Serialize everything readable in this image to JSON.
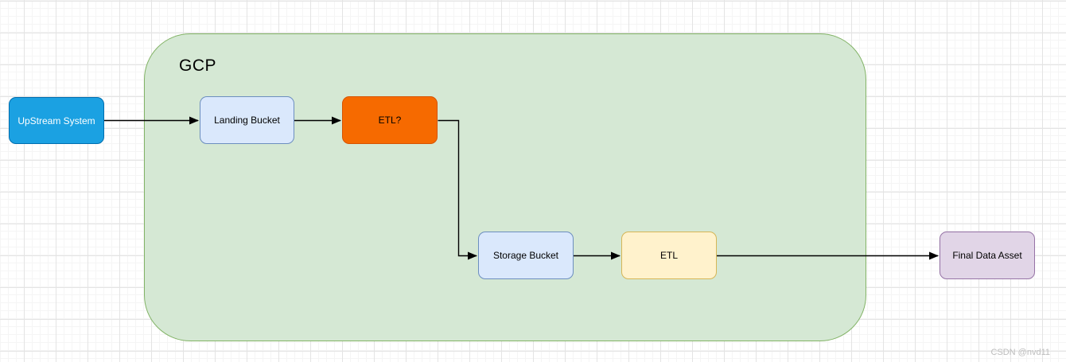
{
  "diagram": {
    "type": "flowchart",
    "container": {
      "label": "GCP",
      "fill": "#d5e8d4",
      "stroke": "#82b366"
    },
    "nodes": [
      {
        "id": "upstream",
        "label": "UpStream System",
        "fill": "#1ba1e2",
        "stroke": "#006eaf",
        "text_color": "#ffffff",
        "inside_container": false
      },
      {
        "id": "landing-bucket",
        "label": "Landing Bucket",
        "fill": "#dae8fc",
        "stroke": "#6c8ebf",
        "text_color": "#000000",
        "inside_container": true
      },
      {
        "id": "etl-question",
        "label": "ETL?",
        "fill": "#f66a00",
        "stroke": "#d65400",
        "text_color": "#000000",
        "inside_container": true
      },
      {
        "id": "storage-bucket",
        "label": "Storage Bucket",
        "fill": "#dae8fc",
        "stroke": "#6c8ebf",
        "text_color": "#000000",
        "inside_container": true
      },
      {
        "id": "etl",
        "label": "ETL",
        "fill": "#fff2cc",
        "stroke": "#d6b656",
        "text_color": "#000000",
        "inside_container": true
      },
      {
        "id": "final-data-asset",
        "label": "Final Data Asset",
        "fill": "#e1d5e7",
        "stroke": "#9673a6",
        "text_color": "#000000",
        "inside_container": false
      }
    ],
    "edges": [
      {
        "from": "upstream",
        "to": "landing-bucket",
        "style": "straight-arrow"
      },
      {
        "from": "landing-bucket",
        "to": "etl-question",
        "style": "straight-arrow"
      },
      {
        "from": "etl-question",
        "to": "storage-bucket",
        "style": "elbow-arrow"
      },
      {
        "from": "storage-bucket",
        "to": "etl",
        "style": "straight-arrow"
      },
      {
        "from": "etl",
        "to": "final-data-asset",
        "style": "straight-arrow"
      }
    ],
    "edge_color": "#000000",
    "watermark": "CSDN @nvd11"
  }
}
